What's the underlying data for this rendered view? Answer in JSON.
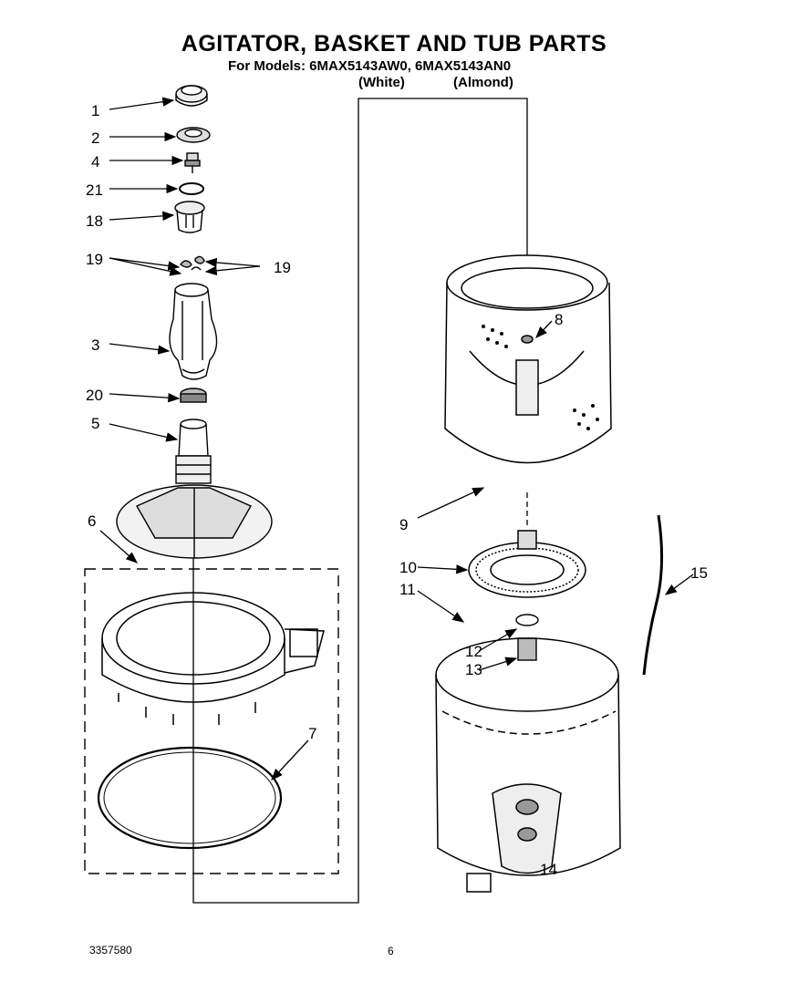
{
  "header": {
    "title": "AGITATOR, BASKET AND TUB PARTS",
    "models_label": "For Models: 6MAX5143AW0,  6MAX5143AN0",
    "variant_white": "(White)",
    "variant_almond": "(Almond)"
  },
  "callouts": [
    "1",
    "2",
    "4",
    "21",
    "18",
    "19",
    "19",
    "3",
    "20",
    "5",
    "6",
    "7",
    "8",
    "9",
    "10",
    "11",
    "12",
    "13",
    "14",
    "15"
  ],
  "footer": {
    "doc_number": "3357580",
    "page_number": "6"
  }
}
